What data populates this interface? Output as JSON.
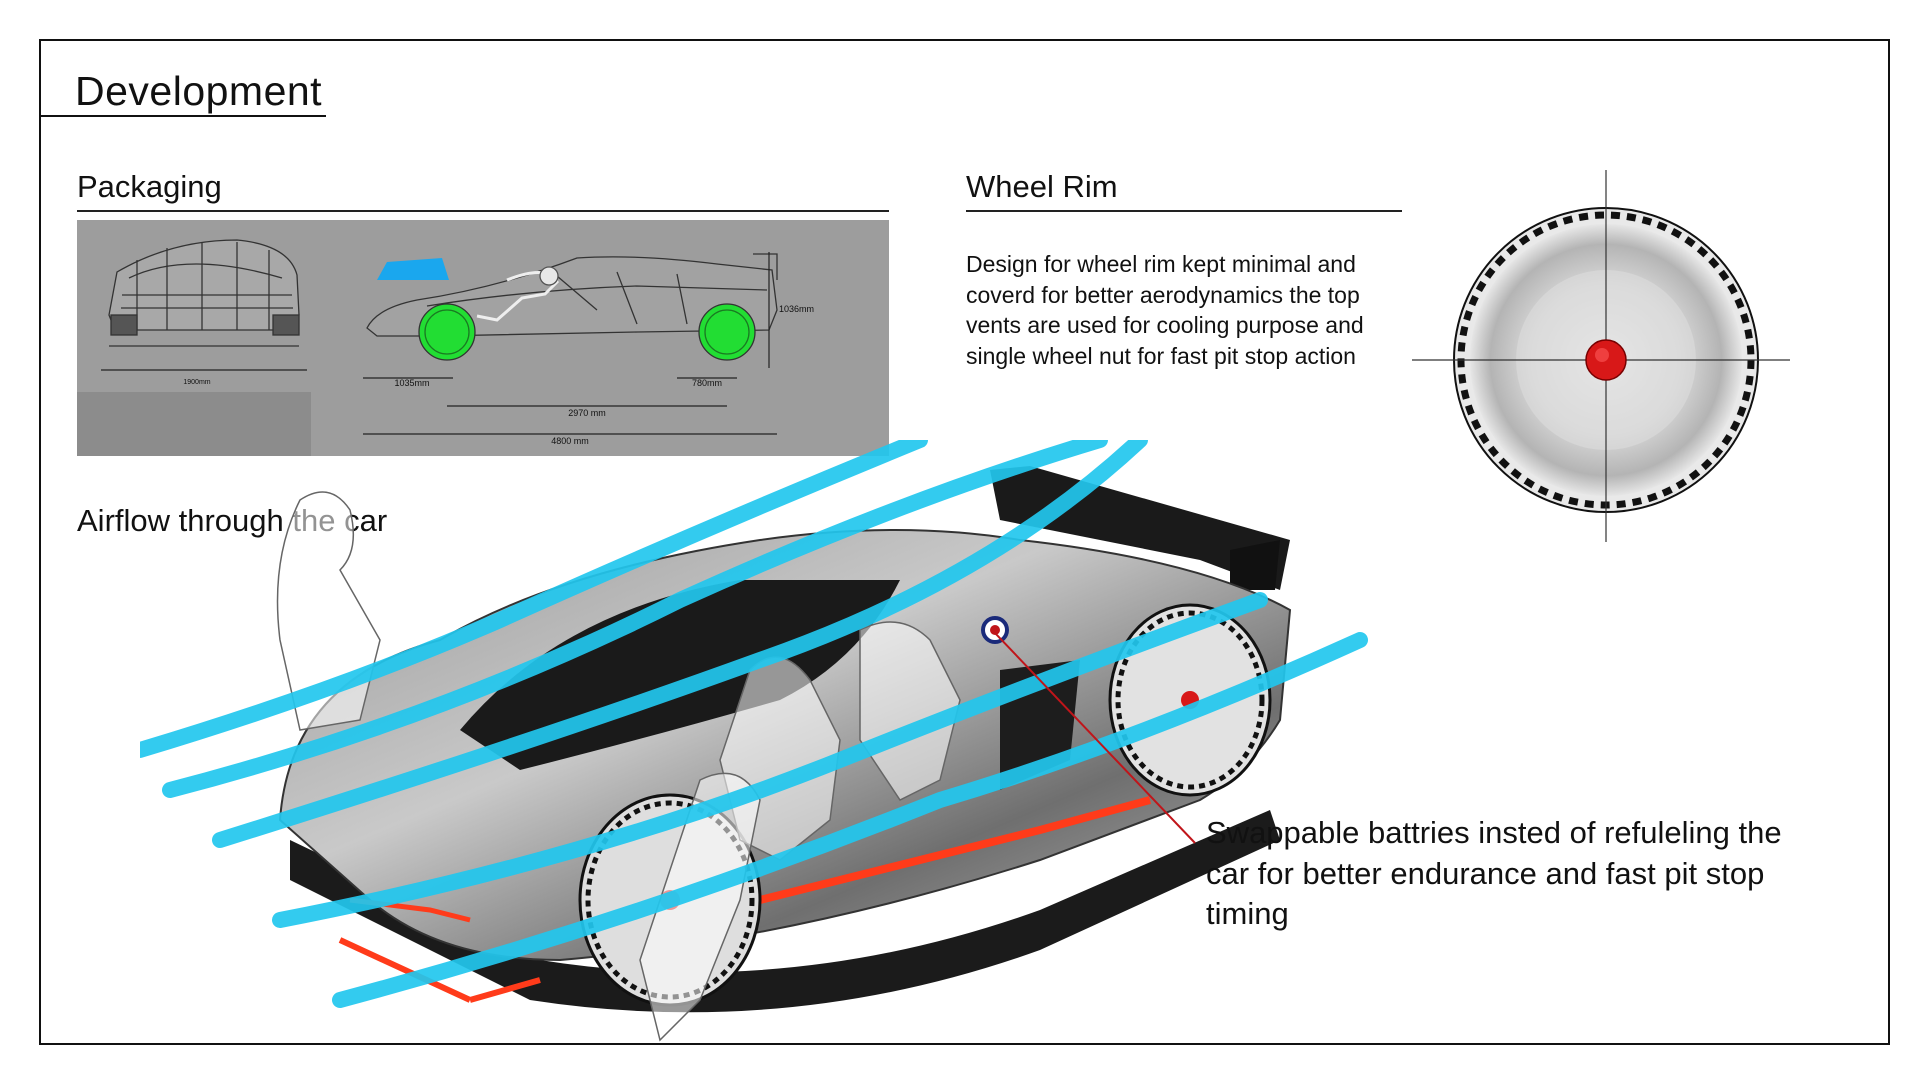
{
  "page": {
    "title": "Development"
  },
  "packaging": {
    "heading": "Packaging",
    "dimensions": {
      "front_width": "1900mm",
      "height": "1036mm",
      "front_overhang": "1035mm",
      "rear_overhang": "780mm",
      "wheelbase": "2970 mm",
      "length": "4800 mm"
    },
    "colors": {
      "panel": "#9a9a9a",
      "wheel_highlight": "#22dd33",
      "visor": "#1aa7ee"
    }
  },
  "wheel_rim": {
    "heading": "Wheel Rim",
    "description": " Design for wheel rim kept minimal and\ncoverd for better aerodynamics the top\nvents are used for cooling purpose and\nsingle wheel nut for fast pit stop action",
    "colors": {
      "nut": "#d81818",
      "rim": "#cfcfcf"
    }
  },
  "airflow": {
    "heading": "Airflow through the car",
    "colors": {
      "flow": "#22c7ee",
      "accent": "#ff3b1a",
      "body": "#8d8d8d"
    }
  },
  "callout": {
    "text": "Swappable battries insted of refuleling the car for better endurance and fast pit stop timing",
    "color": "#c0151a"
  }
}
